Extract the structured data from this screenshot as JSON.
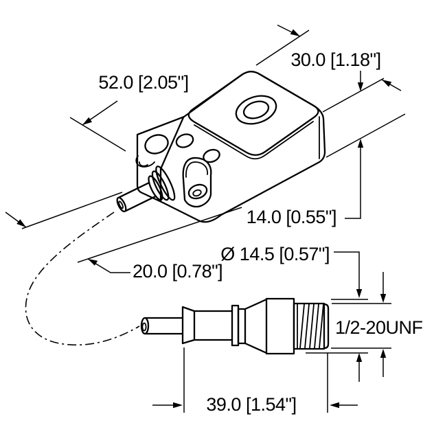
{
  "drawing": {
    "background": "#ffffff",
    "line_color": "#000000",
    "views": {
      "sensor_isometric": "rectangular inductive sensor body with sensing face, mounting hole and cable gland",
      "connector_side": "quick-disconnect male connector with knurled coupling ring and thread"
    },
    "dimensions": {
      "body_length": "52.0 [2.05\"]",
      "body_width": "30.0 [1.18\"]",
      "body_height": "14.0 [0.55\"]",
      "hole_offset": "20.0 [0.78\"]",
      "connector_diameter": "Ø 14.5 [0.57\"]",
      "connector_thread": "1/2-20UNF",
      "connector_length": "39.0 [1.54\"]"
    }
  }
}
